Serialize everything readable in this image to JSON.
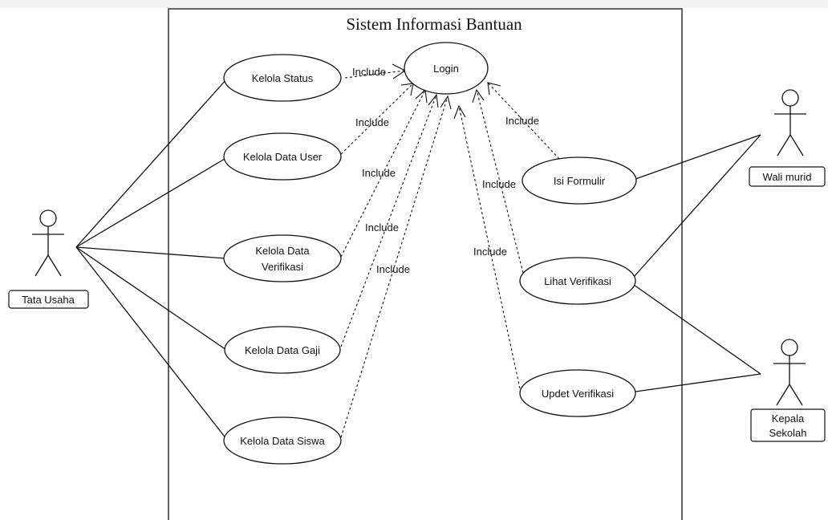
{
  "title": "Sistem Informasi Bantuan",
  "include_label": "Include",
  "use_cases": {
    "login": "Login",
    "kelola_status": "Kelola Status",
    "kelola_data_user": "Kelola Data User",
    "kelola_data_verifikasi_line1": "Kelola Data",
    "kelola_data_verifikasi_line2": "Verifikasi",
    "kelola_data_gaji": "Kelola Data Gaji",
    "kelola_data_siswa": "Kelola Data Siswa",
    "isi_formulir": "Isi Formulir",
    "lihat_verifikasi": "Lihat Verifikasi",
    "updet_verifikasi": "Updet Verifikasi"
  },
  "actors": {
    "tata_usaha": "Tata Usaha",
    "wali_murid": "Wali murid",
    "kepala_sekolah_line1": "Kepala",
    "kepala_sekolah_line2": "Sekolah"
  }
}
